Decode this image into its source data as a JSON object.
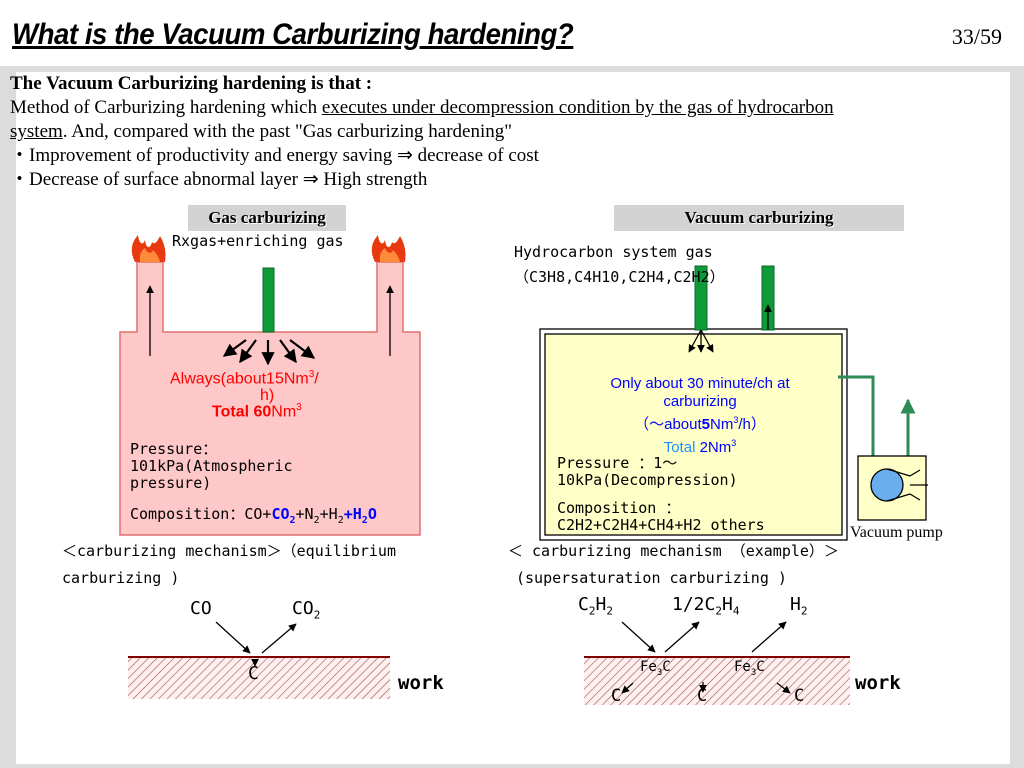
{
  "header": {
    "title": "What is the Vacuum Carburizing hardening?",
    "page_number": "33/59"
  },
  "intro": {
    "heading": "The Vacuum Carburizing hardening is that :",
    "line1_prefix": "Method of Carburizing hardening which ",
    "line1_underlined": "executes under decompression condition by the gas of hydrocarbon",
    "line2_underlined": " system",
    "line2_suffix": ". And, compared with the past \"Gas carburizing hardening\"",
    "bullet1": "・Improvement of productivity and energy saving ⇒ decrease of cost",
    "bullet2": "・Decrease of surface abnormal layer ⇒ High strength"
  },
  "gas": {
    "header": "Gas carburizing",
    "gas_label": "Rxgas+enriching gas",
    "always": "Always(about15Nm",
    "always_sup": "3",
    "always_end": "/",
    "always_h": "h)",
    "total_label": "Total 60",
    "total_unit": "Nm",
    "total_sup": "3",
    "pressure_label": "Pressure：",
    "pressure_value": "101kPa(Atmospheric",
    "pressure_value2": "pressure)",
    "composition_label": "Composition：CO+",
    "co2": "CO",
    "co2_sub": "2",
    "n2": "+N",
    "n2_sub": "2",
    "h2": "+H",
    "h2_sub": "2",
    "h2o": "+H",
    "h2o_sub": "2",
    "h2o_end": "O",
    "mechanism": "＜carburizing mechanism＞（equilibrium",
    "mechanism2": "carburizing )",
    "co_label": "CO",
    "co2_label": "CO",
    "co2_label_sub": "2",
    "c_label": "C",
    "work_label": "work"
  },
  "vacuum": {
    "header": "Vacuum carburizing",
    "gas_label": "Hydrocarbon system gas",
    "gas_list": "（C3H8,C4H10,C2H4,C2H2）",
    "only": "Only about 30 minute/ch at",
    "carburizing": "carburizing",
    "about_pre": "（～about",
    "about_num": "5",
    "about_unit": "Nm",
    "about_sup": "3",
    "about_end": "/h）",
    "total_label": "Total",
    "total_value": " 2Nm",
    "total_sup": "3",
    "pressure_label": "Pressure ：1～",
    "pressure_value": "10kPa(Decompression)",
    "composition_label": "Composition ：",
    "comp_c2h2": "C",
    "comp_text": "C2H2+C2H4+CH4+H2 others",
    "pump_label": "Vacuum pump",
    "mechanism": "＜ carburizing mechanism （example）＞",
    "mechanism2": "(supersaturation carburizing )",
    "c2h2": "C",
    "c2h2_a": "2",
    "c2h2_b": "H",
    "c2h2_c": "2",
    "half_c2h4": "1/2C",
    "half_a": "2",
    "half_b": "H",
    "half_c": "4",
    "h2": "H",
    "h2_sub": "2",
    "fe3c": "Fe",
    "fe3c_sub": "3",
    "fe3c_end": "C",
    "c_label": "C",
    "work_label": "work"
  },
  "colors": {
    "furnace_pink": "#ffc8c8",
    "furnace_yellow": "#ffffc8",
    "pipe_green": "#0f9a3a",
    "flame_red": "#e83a10",
    "text_red": "#ff0000",
    "text_blue": "#0000ff",
    "pump_blue": "#6aaef0"
  }
}
